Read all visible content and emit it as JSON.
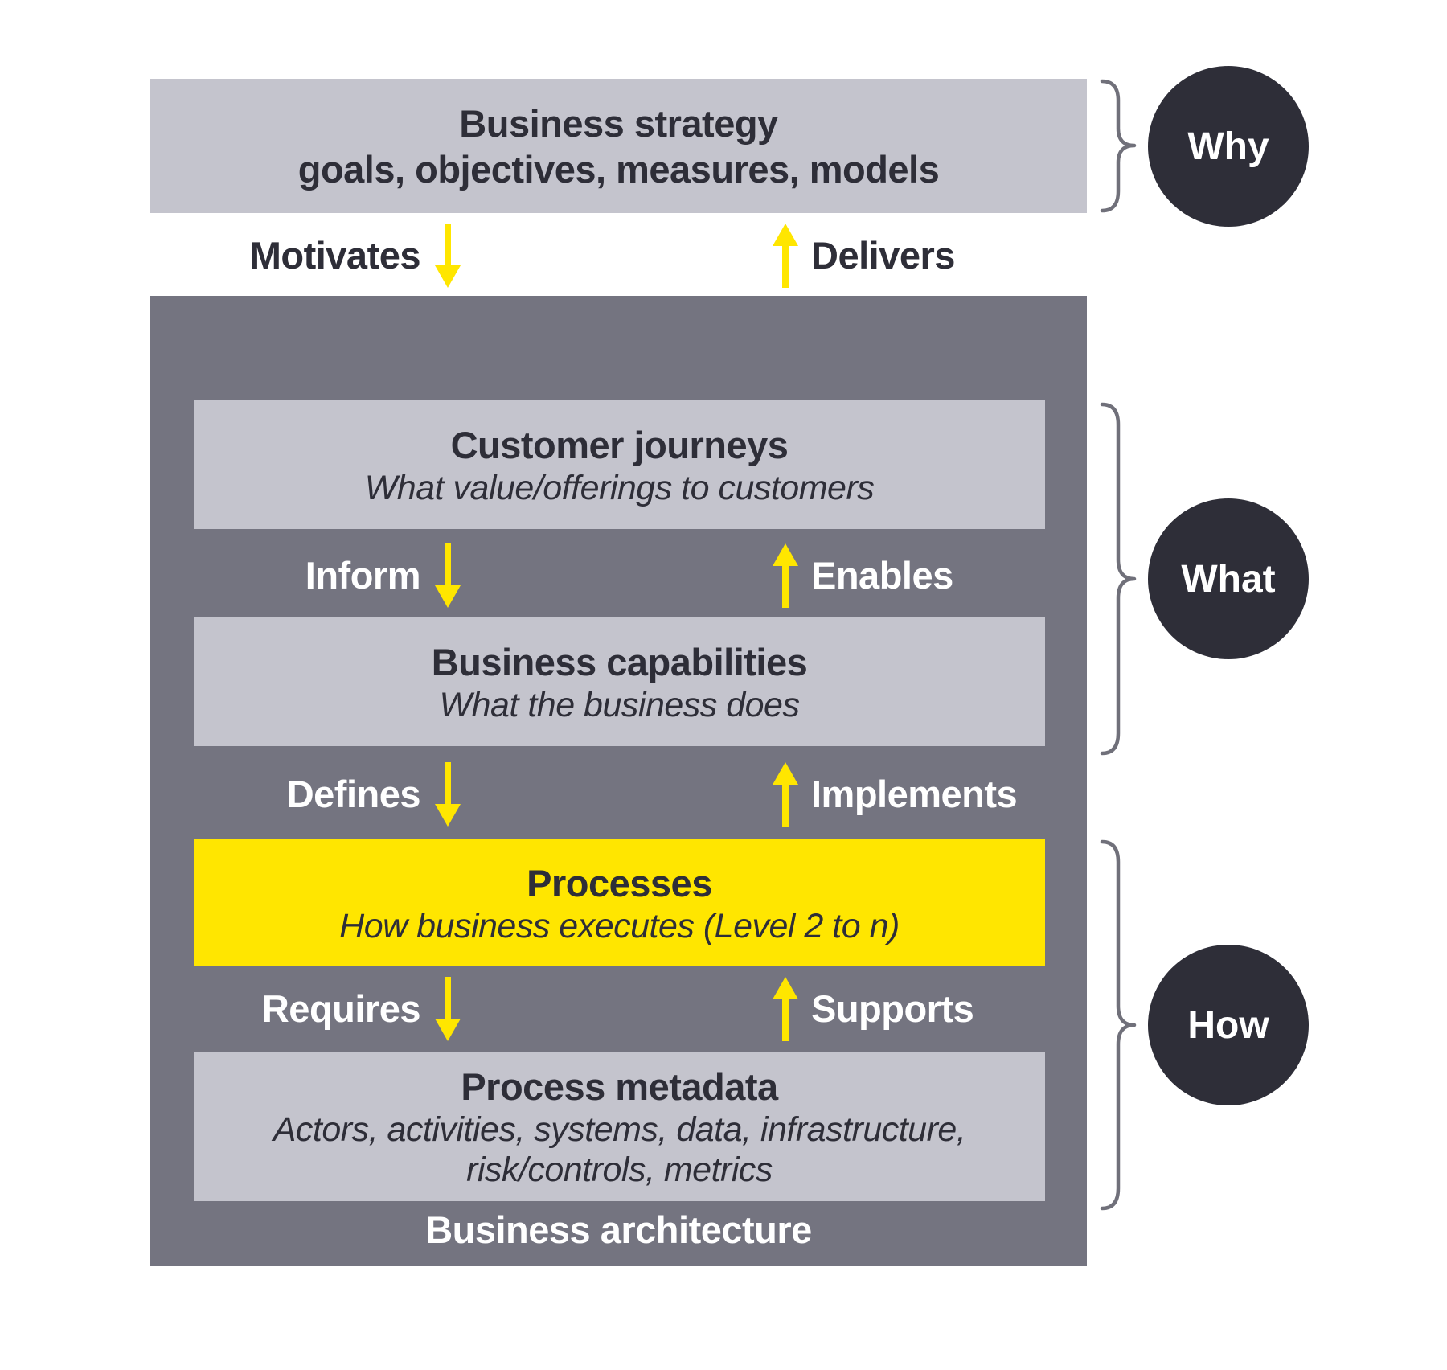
{
  "colors": {
    "light_gray_box": "#c4c4cd",
    "container_gray": "#747480",
    "highlight_yellow": "#ffe600",
    "arrow_yellow": "#ffe600",
    "dark_text": "#2e2e38",
    "circle_fill": "#2e2e38",
    "white_text": "#ffffff",
    "brace_gray": "#70707a",
    "page_background": "#ffffff"
  },
  "strategy_box": {
    "title": "Business strategy",
    "subtitle": "goals, objectives, measures, models"
  },
  "flow_labels": {
    "motivates": "Motivates",
    "delivers": "Delivers",
    "inform": "Inform",
    "enables": "Enables",
    "defines": "Defines",
    "implements": "Implements",
    "requires": "Requires",
    "supports": "Supports"
  },
  "architecture": {
    "label": "Business architecture",
    "boxes": [
      {
        "id": "customer-journeys",
        "title": "Customer journeys",
        "subtitle": "What value/offerings to customers",
        "highlight": false
      },
      {
        "id": "business-capabilities",
        "title": "Business capabilities",
        "subtitle": "What the business does",
        "highlight": false
      },
      {
        "id": "processes",
        "title": "Processes",
        "subtitle": "How business executes (Level 2 to n)",
        "highlight": true
      },
      {
        "id": "process-metadata",
        "title": "Process metadata",
        "subtitle_lines": [
          "Actors, activities, systems, data, infrastructure,",
          "risk/controls, metrics"
        ],
        "highlight": false
      }
    ]
  },
  "side_annotations": [
    {
      "id": "why",
      "label": "Why"
    },
    {
      "id": "what",
      "label": "What"
    },
    {
      "id": "how",
      "label": "How"
    }
  ]
}
